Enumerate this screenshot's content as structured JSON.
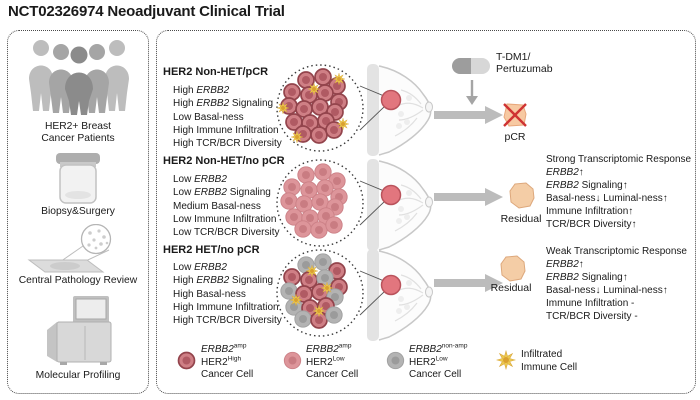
{
  "title": "NCT02326974 Neoadjuvant Clinical Trial",
  "colors": {
    "cancer_cell_her2_high": "#cf7f85",
    "cancer_cell_her2_high_border": "#93444c",
    "cancer_cell_her2_low": "#dd959a",
    "cancer_cell_non_amp": "#b3b3b3",
    "immune_cell": "#ecc94f",
    "residual_tumor": "#f4cda6",
    "tumor": "#e2767e",
    "fail_x": "#cf3333",
    "arrow": "#bcbcbc"
  },
  "sidebar": {
    "patients_label_1": "HER2+ Breast",
    "patients_label_2": "Cancer Patients",
    "biopsy_label": "Biopsy&Surgery",
    "pathology_label": "Central Pathology Review",
    "profiling_label": "Molecular Profiling"
  },
  "treatment": {
    "line1": "T-DM1/",
    "line2": "Pertuzumab"
  },
  "rows": [
    {
      "header": "HER2 Non-HET/pCR",
      "features": [
        {
          "pre": "High ",
          "gene": "ERBB2",
          "post": ""
        },
        {
          "pre": "High ",
          "gene": "ERBB2",
          "post": " Signaling"
        },
        {
          "pre": "Low Basal-ness",
          "gene": "",
          "post": ""
        },
        {
          "pre": "High Immune Infiltration",
          "gene": "",
          "post": ""
        },
        {
          "pre": "High TCR/BCR Diversity",
          "gene": "",
          "post": ""
        }
      ],
      "outcome": "pCR"
    },
    {
      "header": "HER2 Non-HET/no pCR",
      "features": [
        {
          "pre": "Low ",
          "gene": "ERBB2",
          "post": ""
        },
        {
          "pre": "Low ",
          "gene": "ERBB2",
          "post": " Signaling"
        },
        {
          "pre": "Medium Basal-ness",
          "gene": "",
          "post": ""
        },
        {
          "pre": "Low Immune Infiltration",
          "gene": "",
          "post": ""
        },
        {
          "pre": "Low TCR/BCR Diversity",
          "gene": "",
          "post": ""
        }
      ],
      "outcome": "Residual",
      "response": {
        "title": "Strong Transcriptomic Response",
        "lines": [
          {
            "pre": "",
            "gene": "ERBB2",
            "post": "↑"
          },
          {
            "pre": "",
            "gene": "ERBB2",
            "post": " Signaling↑"
          },
          {
            "pre": "Basal-ness↓ Luminal-ness↑",
            "gene": "",
            "post": ""
          },
          {
            "pre": "Immune Infiltration↑",
            "gene": "",
            "post": ""
          },
          {
            "pre": "TCR/BCR Diversity↑",
            "gene": "",
            "post": ""
          }
        ]
      }
    },
    {
      "header": "HER2 HET/no pCR",
      "features": [
        {
          "pre": "Low ",
          "gene": "ERBB2",
          "post": ""
        },
        {
          "pre": "High ",
          "gene": "ERBB2",
          "post": " Signaling"
        },
        {
          "pre": "High Basal-ness",
          "gene": "",
          "post": ""
        },
        {
          "pre": "High Immune Infiltration",
          "gene": "",
          "post": ""
        },
        {
          "pre": "High TCR/BCR Diversity",
          "gene": "",
          "post": ""
        }
      ],
      "outcome": "Residual",
      "response": {
        "title": "Weak Transcriptomic Response",
        "lines": [
          {
            "pre": "",
            "gene": "ERBB2",
            "post": "↑"
          },
          {
            "pre": "",
            "gene": "ERBB2",
            "post": " Signaling↑"
          },
          {
            "pre": "Basal-ness↓ Luminal-ness↑",
            "gene": "",
            "post": ""
          },
          {
            "pre": "Immune Infiltration -",
            "gene": "",
            "post": ""
          },
          {
            "pre": "TCR/BCR Diversity -",
            "gene": "",
            "post": ""
          }
        ]
      }
    }
  ],
  "legend": [
    {
      "gene": "ERBB2",
      "gene_sup": "amp",
      "receptor": "HER2",
      "receptor_sup": "High",
      "line3": "Cancer Cell"
    },
    {
      "gene": "ERBB2",
      "gene_sup": "amp",
      "receptor": "HER2",
      "receptor_sup": "Low",
      "line3": "Cancer Cell"
    },
    {
      "gene": "ERBB2",
      "gene_sup": "non-amp",
      "receptor": "HER2",
      "receptor_sup": "Low",
      "line3": "Cancer Cell"
    },
    {
      "label_line1": "Infiltrated",
      "label_line2": "Immune Cell"
    }
  ]
}
